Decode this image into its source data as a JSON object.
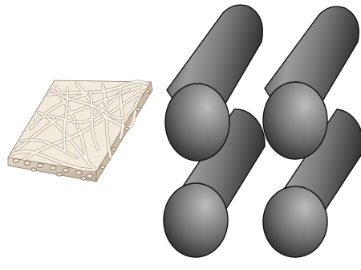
{
  "figure": {
    "background": "#ffffff",
    "elements": [
      {
        "id": "fiber-mat",
        "kind": "nonwoven-fiber-mat",
        "colors": {
          "fiber": "#f3ede2",
          "shadow": "#c8b8a6",
          "outline": "#8a7a6a"
        }
      },
      {
        "id": "rods",
        "kind": "cylinder-array",
        "count": 4,
        "colors": {
          "light": "#9a9a9a",
          "dark": "#2a2a2a",
          "outline": "#111111"
        }
      }
    ]
  }
}
